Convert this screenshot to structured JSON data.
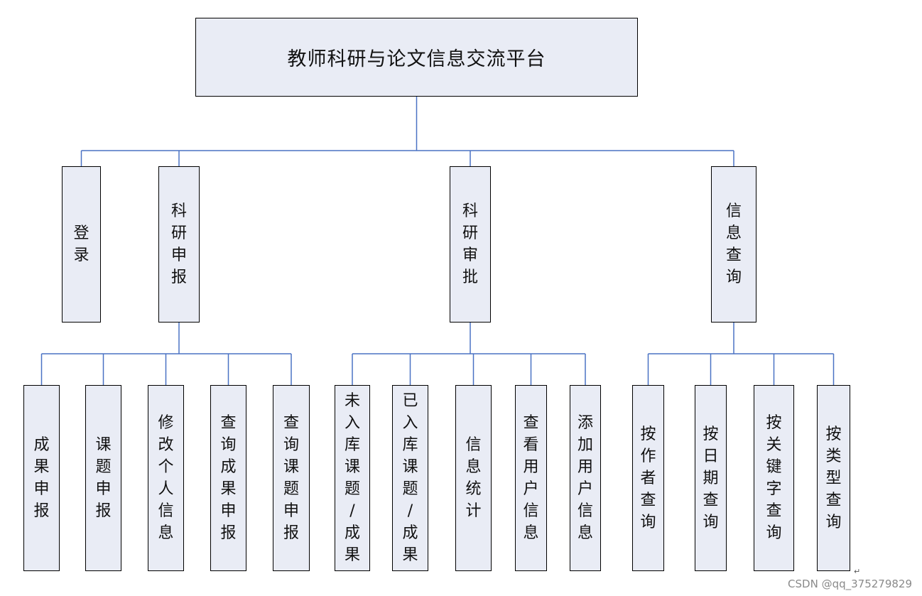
{
  "colors": {
    "box_fill": "#e9ecf5",
    "box_border": "#000000",
    "connector": "#4a72c4"
  },
  "root": {
    "id": "root",
    "label": "教师科研与论文信息交流平台"
  },
  "modules": [
    {
      "id": "m_login",
      "label": "登录",
      "children": []
    },
    {
      "id": "m_apply",
      "label": "科研申报",
      "children": [
        {
          "id": "c1",
          "label": "成果申报"
        },
        {
          "id": "c2",
          "label": "课题申报"
        },
        {
          "id": "c3",
          "label": "修改个人信息"
        },
        {
          "id": "c4",
          "label": "查询成果申报"
        },
        {
          "id": "c5",
          "label": "查询课题申报"
        }
      ]
    },
    {
      "id": "m_approve",
      "label": "科研审批",
      "children": [
        {
          "id": "c6",
          "label": "未入库课题/成果"
        },
        {
          "id": "c7",
          "label": "已入库课题/成果"
        },
        {
          "id": "c8",
          "label": "信息统计"
        },
        {
          "id": "c9",
          "label": "查看用户信息"
        },
        {
          "id": "c10",
          "label": "添加用户信息"
        }
      ]
    },
    {
      "id": "m_query",
      "label": "信息查询",
      "children": [
        {
          "id": "c11",
          "label": "按作者查询"
        },
        {
          "id": "c12",
          "label": "按日期查询"
        },
        {
          "id": "c13",
          "label": "按关键字查询"
        },
        {
          "id": "c14",
          "label": "按类型查询"
        }
      ]
    }
  ],
  "watermark": "CSDN @qq_375279829",
  "paragraph_mark": "↵"
}
